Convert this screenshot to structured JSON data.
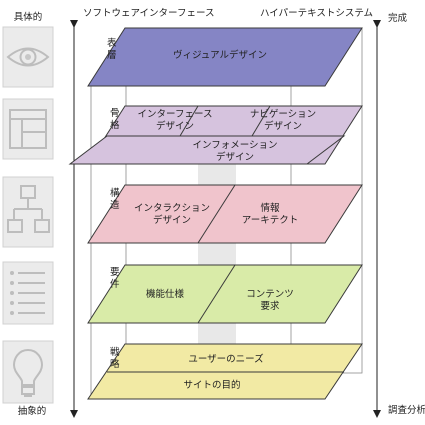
{
  "top_labels": {
    "left_axis": "ソフトウェアインターフェース",
    "right_axis": "ハイパーテキストシステム"
  },
  "axis": {
    "top": "具体的",
    "bottom": "抽象的",
    "right_top": "完成",
    "right_bottom": "調査分析"
  },
  "icons": [
    "eye-icon",
    "layout-icon",
    "flowchart-icon",
    "checklist-icon",
    "lightbulb-icon"
  ],
  "planes": [
    {
      "side_label": [
        "表",
        "層"
      ],
      "color": "#8585c5",
      "cells": [
        {
          "lines": [
            "ヴィジュアルデザイン"
          ]
        }
      ]
    },
    {
      "side_label": [
        "骨",
        "格"
      ],
      "color": "#d6c3de",
      "cells": [
        {
          "lines": [
            "インターフェース",
            "デザイン"
          ]
        },
        {
          "lines": [
            "ナビゲーション",
            "デザイン"
          ]
        },
        {
          "lines": [
            "インフォメーション",
            "デザイン"
          ]
        }
      ]
    },
    {
      "side_label": [
        "構",
        "造"
      ],
      "color": "#f0c4cc",
      "cells": [
        {
          "lines": [
            "インタラクション",
            "デザイン"
          ]
        },
        {
          "lines": [
            "情報",
            "アーキテクト"
          ]
        }
      ]
    },
    {
      "side_label": [
        "要",
        "件"
      ],
      "color": "#d9eba8",
      "cells": [
        {
          "lines": [
            "機能仕様"
          ]
        },
        {
          "lines": [
            "コンテンツ",
            "要求"
          ]
        }
      ]
    },
    {
      "side_label": [
        "戦",
        "略"
      ],
      "color": "#f2eaa4",
      "cells": [
        {
          "lines": [
            "ユーザーのニーズ"
          ]
        },
        {
          "lines": [
            "サイトの目的"
          ]
        }
      ]
    }
  ]
}
